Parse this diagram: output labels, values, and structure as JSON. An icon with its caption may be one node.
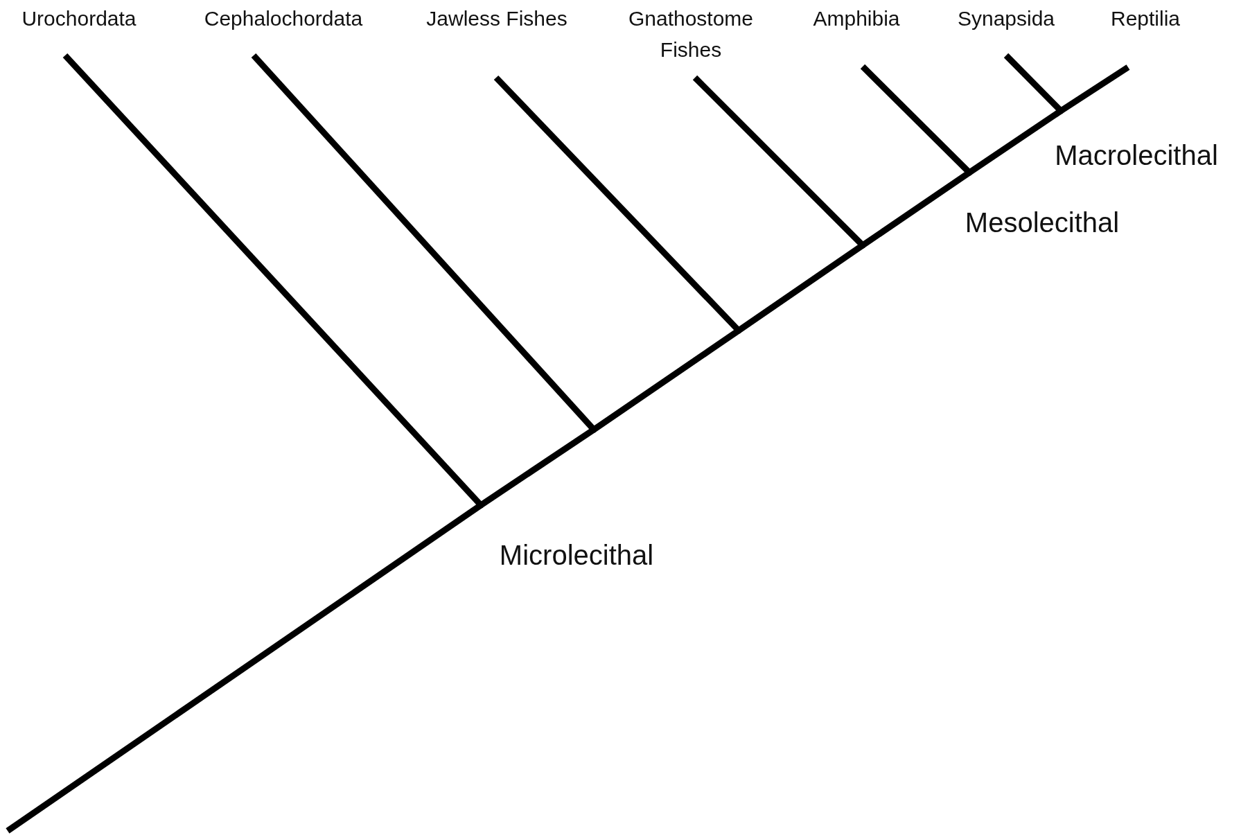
{
  "diagram": {
    "nodes": [
      {
        "text": [
          "Urochordata"
        ]
      },
      {
        "text": [
          "Cephalochordata"
        ]
      },
      {
        "text": [
          "Jawless Fishes"
        ]
      },
      {
        "text": [
          "Gnathostome Fishes"
        ]
      },
      {
        "text": [
          "Amphibia"
        ]
      },
      {
        "text": [
          "Synapsida"
        ]
      },
      {
        "text": [
          "Reptilia"
        ]
      },
      {
        "text": [],
        "shape": "point"
      },
      {
        "text": [],
        "shape": "point"
      },
      {
        "text": [],
        "shape": "point"
      },
      {
        "text": [],
        "shape": "point"
      },
      {
        "text": [],
        "shape": "point"
      },
      {
        "text": [],
        "shape": "point"
      }
    ],
    "edges": [
      {
        "from": null,
        "to": 7,
        "arrow": "none"
      },
      {
        "from": 7,
        "to": 0,
        "arrow": "none"
      },
      {
        "from": 7,
        "to": 8,
        "arrow": "none"
      },
      {
        "from": 8,
        "to": 1,
        "arrow": "none"
      },
      {
        "from": 8,
        "to": 9,
        "arrow": "none"
      },
      {
        "from": 9,
        "to": 2,
        "arrow": "none"
      },
      {
        "from": 9,
        "to": 10,
        "arrow": "none"
      },
      {
        "from": 10,
        "to": 3,
        "arrow": "none"
      },
      {
        "from": 10,
        "to": 11,
        "arrow": "none"
      },
      {
        "from": 11,
        "to": 4,
        "arrow": "none"
      },
      {
        "from": 11,
        "to": 12,
        "arrow": "none"
      },
      {
        "from": 12,
        "to": 5,
        "arrow": "none"
      },
      {
        "from": 12,
        "to": 6,
        "arrow": "none"
      }
    ],
    "labels": [
      "Macrolecithal",
      "Mesolecithal",
      "Microlecithal"
    ]
  }
}
